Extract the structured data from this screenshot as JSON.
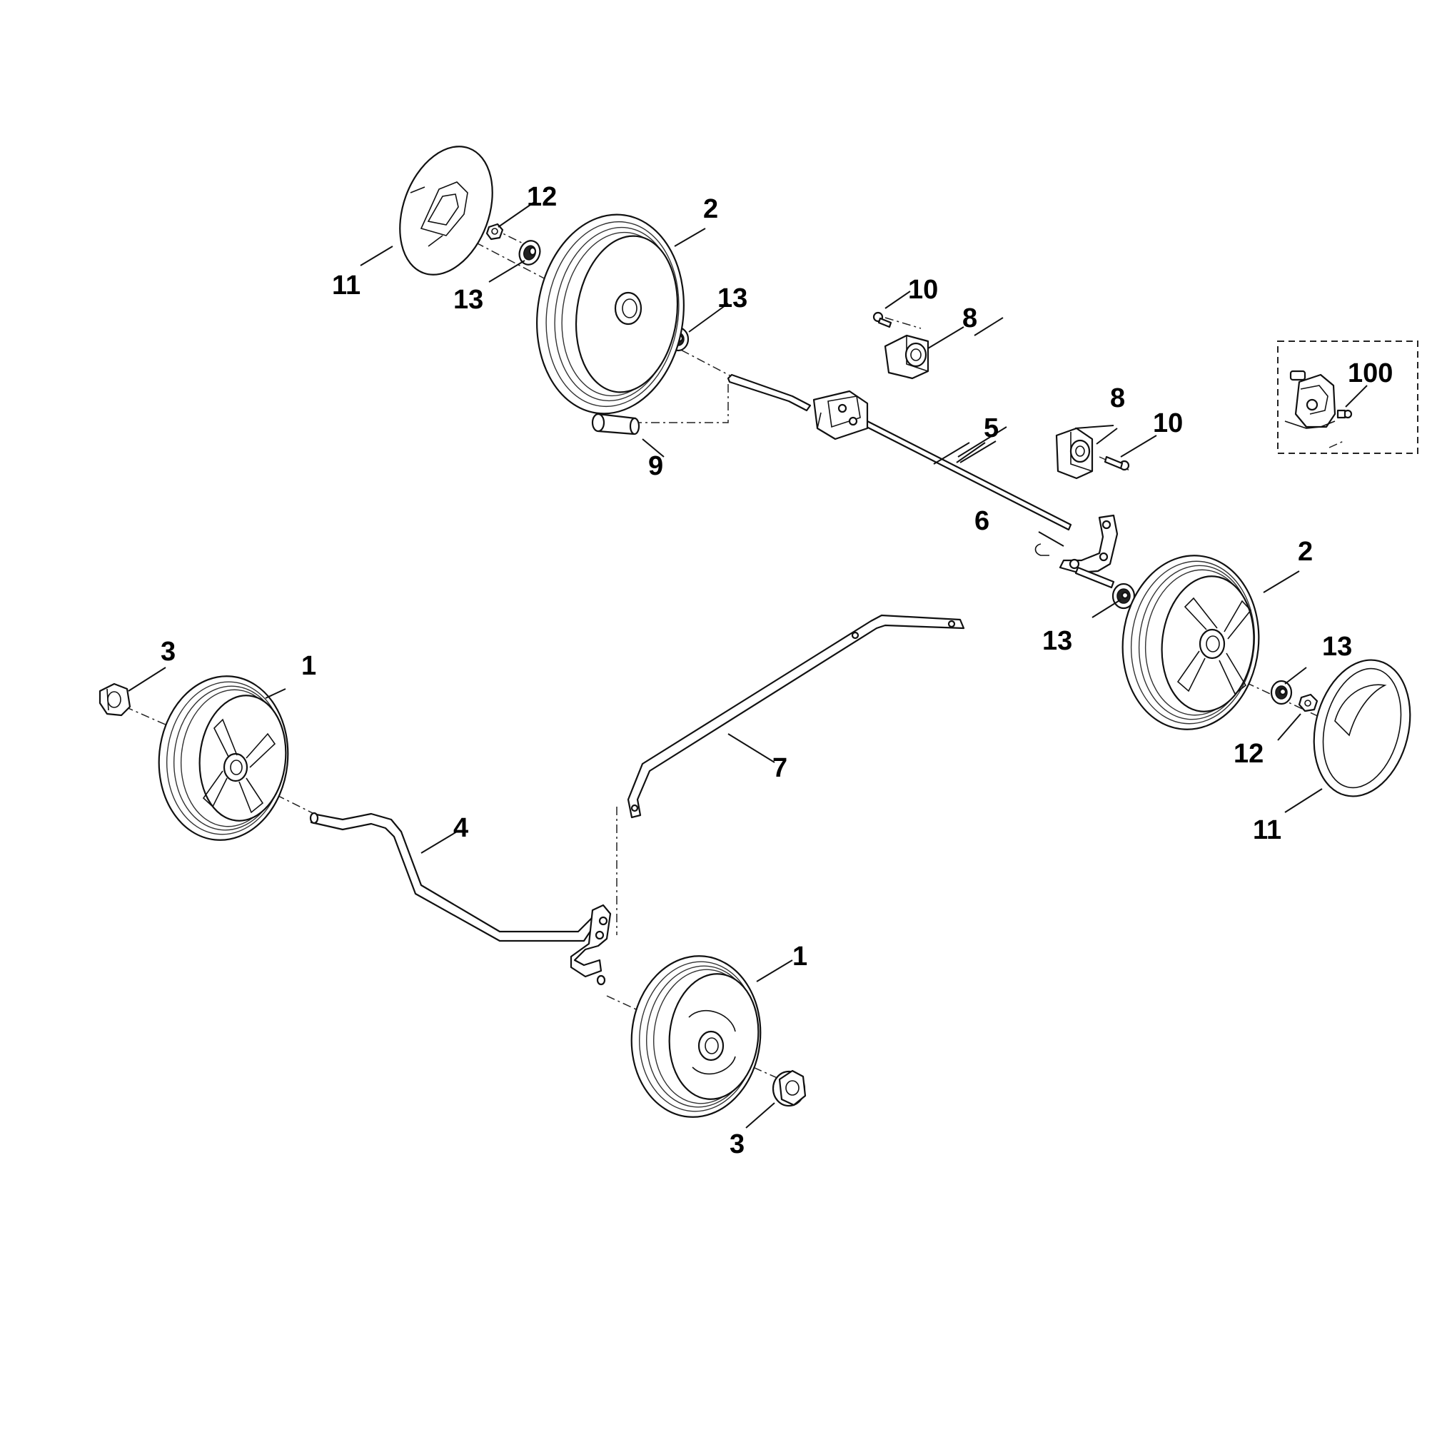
{
  "callouts": {
    "c1a": "1",
    "c1b": "1",
    "c2a": "2",
    "c2b": "2",
    "c3a": "3",
    "c3b": "3",
    "c4": "4",
    "c5": "5",
    "c6": "6",
    "c7": "7",
    "c8a": "8",
    "c8b": "8",
    "c9": "9",
    "c10a": "10",
    "c10b": "10",
    "c11a": "11",
    "c11b": "11",
    "c12a": "12",
    "c12b": "12",
    "c13a": "13",
    "c13b": "13",
    "c13c": "13",
    "c13d": "13",
    "c100": "100"
  }
}
